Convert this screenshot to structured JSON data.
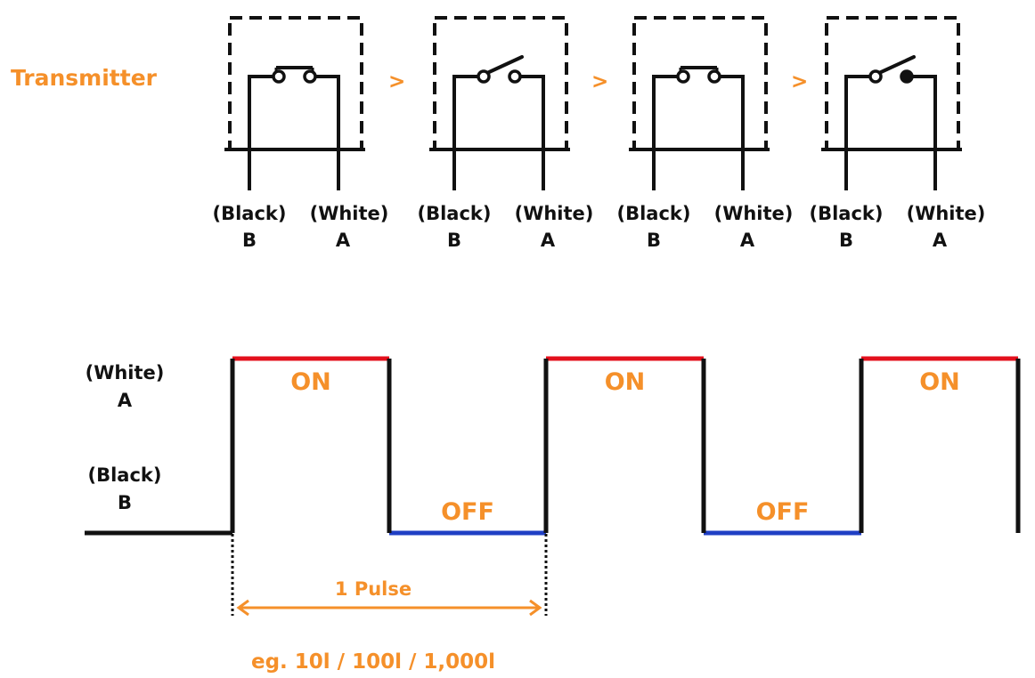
{
  "transmitter": {
    "label": "Transmitter",
    "separator": ">",
    "stages": [
      {
        "state": "closed",
        "left_label": "(Black)",
        "left_letter": "B",
        "right_label": "(White)",
        "right_letter": "A"
      },
      {
        "state": "open",
        "left_label": "(Black)",
        "left_letter": "B",
        "right_label": "(White)",
        "right_letter": "A"
      },
      {
        "state": "closed",
        "left_label": "(Black)",
        "left_letter": "B",
        "right_label": "(White)",
        "right_letter": "A"
      },
      {
        "state": "opening",
        "left_label": "(Black)",
        "left_letter": "B",
        "right_label": "(White)",
        "right_letter": "A"
      }
    ]
  },
  "timing": {
    "level_high_label": "(White)",
    "level_high_letter": "A",
    "level_low_label": "(Black)",
    "level_low_letter": "B",
    "segments": [
      {
        "level": "high",
        "label": "ON"
      },
      {
        "level": "low",
        "label": "OFF"
      },
      {
        "level": "high",
        "label": "ON"
      },
      {
        "level": "low",
        "label": "OFF"
      },
      {
        "level": "high",
        "label": "ON"
      }
    ],
    "pulse_label": "1 Pulse",
    "example_label": "eg. 10l / 100l / 1,000l"
  },
  "colors": {
    "on": "#e3101c",
    "off": "#1f3fc4",
    "accent": "#f5902a",
    "line": "#111111"
  }
}
